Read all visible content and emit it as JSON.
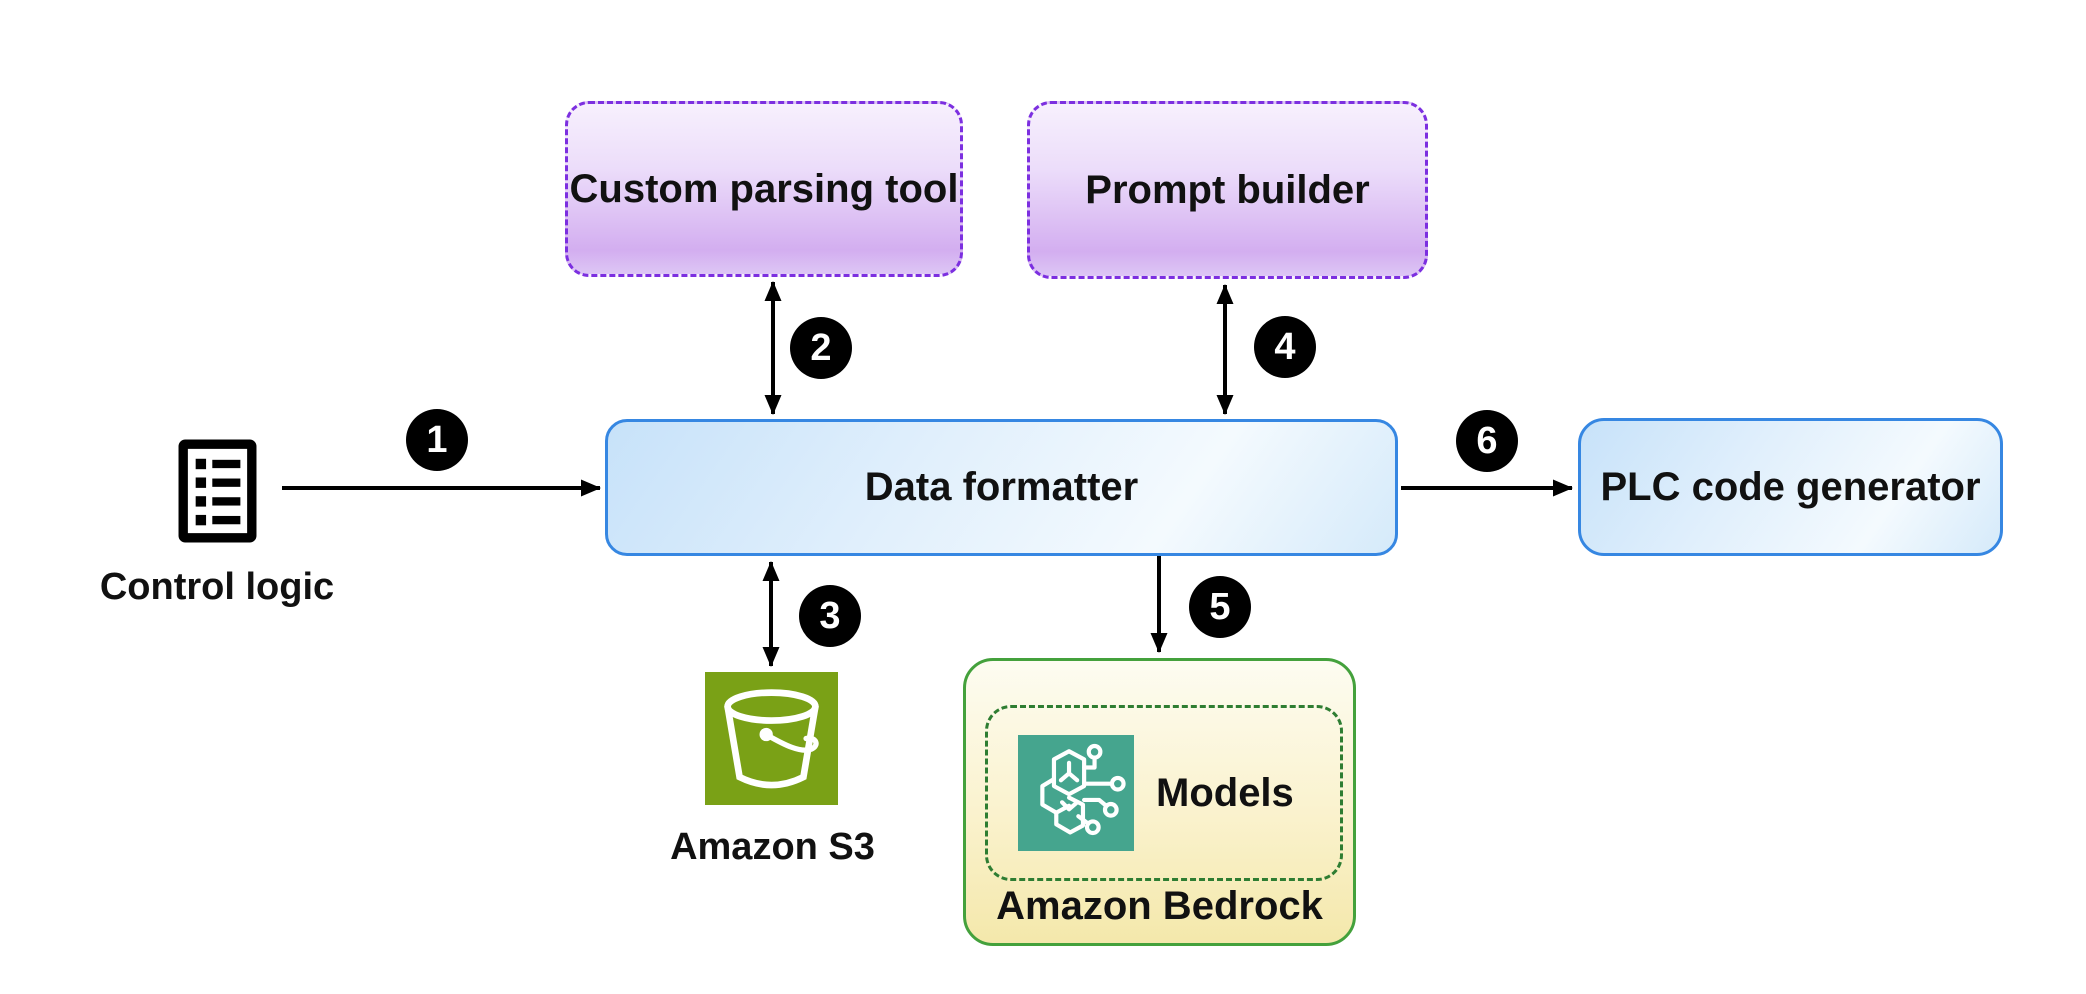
{
  "diagram": {
    "nodes": {
      "control_logic": {
        "label": "Control logic"
      },
      "custom_parsing_tool": {
        "label": "Custom parsing tool"
      },
      "prompt_builder": {
        "label": "Prompt builder"
      },
      "data_formatter": {
        "label": "Data formatter"
      },
      "plc_code_generator": {
        "label": "PLC code generator"
      },
      "amazon_s3": {
        "label": "Amazon S3"
      },
      "amazon_bedrock": {
        "label": "Amazon Bedrock",
        "models_label": "Models"
      }
    },
    "edges": [
      {
        "step": "1",
        "from": "Control logic",
        "to": "Data formatter",
        "bidirectional": false
      },
      {
        "step": "2",
        "from": "Data formatter",
        "to": "Custom parsing tool",
        "bidirectional": true
      },
      {
        "step": "3",
        "from": "Data formatter",
        "to": "Amazon S3",
        "bidirectional": true
      },
      {
        "step": "4",
        "from": "Data formatter",
        "to": "Prompt builder",
        "bidirectional": true
      },
      {
        "step": "5",
        "from": "Data formatter",
        "to": "Amazon Bedrock",
        "bidirectional": false
      },
      {
        "step": "6",
        "from": "Data formatter",
        "to": "PLC code generator",
        "bidirectional": false
      }
    ],
    "icons": {
      "control_logic": "document-list-icon",
      "amazon_s3": "s3-bucket-icon",
      "bedrock_models": "bedrock-models-icon"
    },
    "colors": {
      "blue_border": "#3687e2",
      "blue_fill": "#d9ecfb",
      "purple_border": "#7c2fe0",
      "purple_fill": "#dcc0f3",
      "bedrock_border": "#44a13c",
      "bedrock_fill": "#f8f0c4",
      "bedrock_inner_border": "#2e7d32",
      "s3_green": "#7aa116",
      "models_teal": "#45a58e",
      "badge_background": "#000000",
      "badge_text": "#ffffff",
      "text": "#111111",
      "background": "#ffffff"
    }
  }
}
